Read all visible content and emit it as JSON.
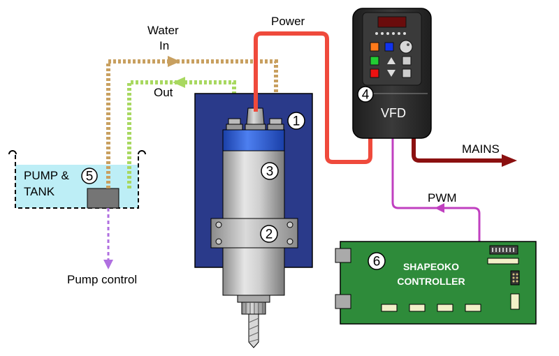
{
  "labels": {
    "water_in": [
      "Water",
      "In"
    ],
    "water_out": "Out",
    "power": "Power",
    "mains": "MAINS",
    "pwm": "PWM",
    "pump_control": "Pump control",
    "pump_tank": [
      "PUMP &",
      "TANK"
    ],
    "vfd": "VFD",
    "controller": [
      "SHAPEOKO",
      "CONTROLLER"
    ]
  },
  "callouts": [
    "1",
    "2",
    "3",
    "4",
    "5",
    "6"
  ],
  "colors": {
    "water_in": "#c8a060",
    "water_out": "#a8d860",
    "power": "#ef4a3c",
    "mains": "#8b1010",
    "pwm": "#c040c0",
    "pump_control": "#b070e0",
    "mount_plate": "#2a3a8a",
    "spindle_cap": "#3060d8",
    "vfd_body": "#2b2b2b",
    "controller_board": "#2e8b3a",
    "tank_water": "#bdeef6"
  }
}
